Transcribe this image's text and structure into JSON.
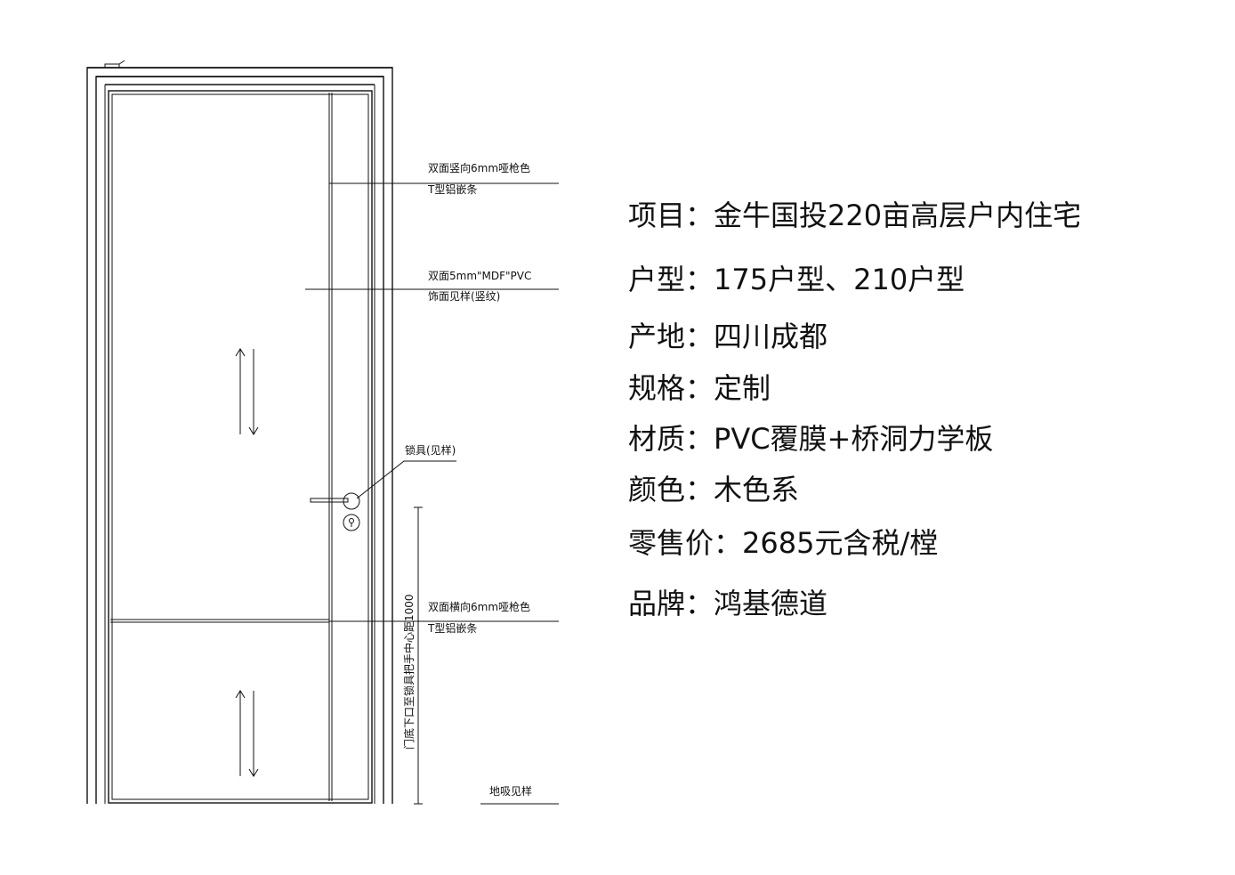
{
  "annotations": {
    "vertical_strip_line1": "双面竖向6mm哑枪色",
    "vertical_strip_line2": "T型铝嵌条",
    "panel_line1": "双面5mm\"MDF\"PVC",
    "panel_line2": "饰面见样(竖纹)",
    "lock": "锁具(见样)",
    "horizontal_strip_line1": "双面横向6mm哑枪色",
    "horizontal_strip_line2": "T型铝嵌条",
    "height_dimension": "门底下口至锁具把手中心距1000",
    "floor_stop": "地吸见样"
  },
  "specs": [
    {
      "label": "项目：",
      "value": "金牛国投220亩高层户内住宅"
    },
    {
      "label": "户型：",
      "value": "175户型、210户型"
    },
    {
      "label": "产地：",
      "value": "四川成都"
    },
    {
      "label": "规格：",
      "value": "定制"
    },
    {
      "label": "材质：",
      "value": "PVC覆膜+桥洞力学板"
    },
    {
      "label": "颜色：",
      "value": "木色系"
    },
    {
      "label": "零售价：",
      "value": "2685元含税/樘"
    },
    {
      "label": "品牌：",
      "value": "鸿基德道"
    }
  ]
}
